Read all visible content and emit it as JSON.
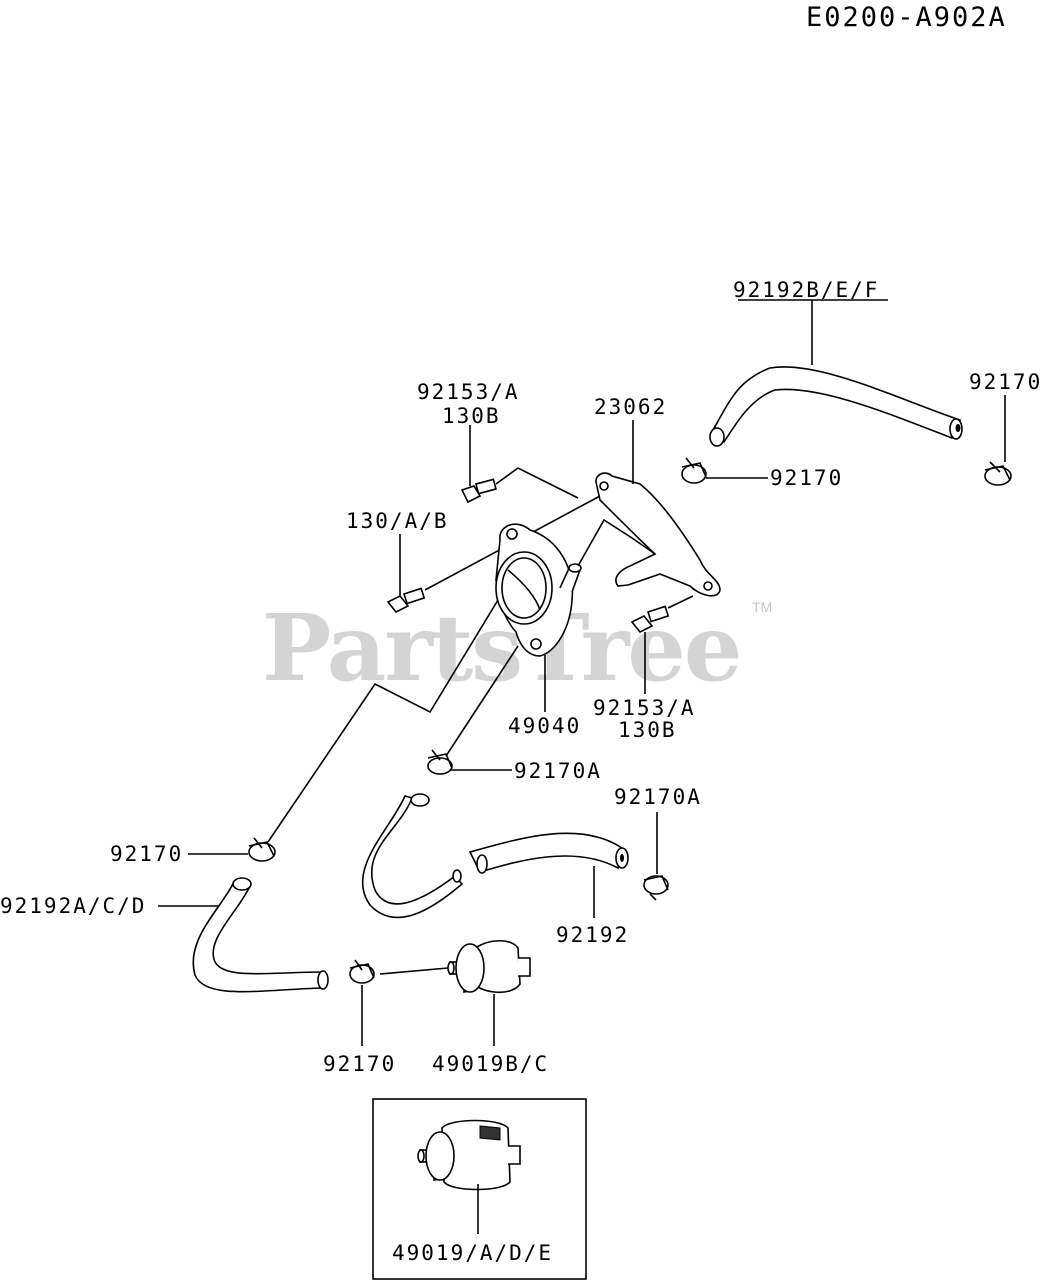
{
  "diagram": {
    "code": "E0200-A902A",
    "watermark": "PartsTree",
    "trademark": "TM",
    "labels": {
      "hose_top": "92192B/E/F",
      "clamp_top_right": "92170",
      "bolt_top_line1": "92153/A",
      "bolt_top_line2": "130B",
      "bracket": "23062",
      "clamp_top_mid": "92170",
      "bolt_left": "130/A/B",
      "bolt_right_line1": "92153/A",
      "bolt_right_line2": "130B",
      "fuel_pump": "49040",
      "clamp_mid_a": "92170A",
      "clamp_right_a": "92170A",
      "clamp_left": "92170",
      "hose_left": "92192A/C/D",
      "hose_mid": "92192",
      "clamp_bottom": "92170",
      "filter": "49019B/C",
      "filter_alt": "49019/A/D/E"
    }
  }
}
